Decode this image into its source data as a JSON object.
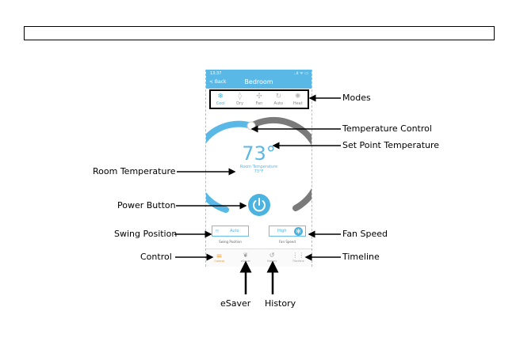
{
  "status": {
    "time": "13:37",
    "signal": "..ıl ᯤ ▭"
  },
  "nav": {
    "back": "< Back",
    "title": "Bedroom"
  },
  "modes": [
    {
      "label": "Cool",
      "icon": "snowflake-icon",
      "active": true
    },
    {
      "label": "Dry",
      "icon": "droplet-icon",
      "active": false
    },
    {
      "label": "Fan",
      "icon": "fan-icon",
      "active": false
    },
    {
      "label": "Auto",
      "icon": "auto-icon",
      "active": false
    },
    {
      "label": "Heat",
      "icon": "sun-icon",
      "active": false
    }
  ],
  "thermostat": {
    "set_point": "73°",
    "room_label": "Room Temperature",
    "room_value": "73°F",
    "arc_active_color": "#5ab8e6",
    "arc_inactive_color": "#7a7a7a"
  },
  "controls": {
    "swing_value": "Auto",
    "swing_label": "Swing Position",
    "fan_value": "High",
    "fan_label": "Fan Speed"
  },
  "tabs": [
    {
      "label": "Control",
      "icon": "sliders-icon",
      "active": true
    },
    {
      "label": "eSaver",
      "icon": "leaf-icon",
      "active": false
    },
    {
      "label": "History",
      "icon": "history-icon",
      "active": false
    },
    {
      "label": "Timeline",
      "icon": "timeline-icon",
      "active": false
    }
  ],
  "callouts": {
    "modes": "Modes",
    "temperature_control": "Temperature Control",
    "set_point_temperature": "Set Point Temperature",
    "room_temperature": "Room Temperature",
    "power_button": "Power Button",
    "swing_position": "Swing Position",
    "fan_speed": "Fan Speed",
    "control": "Control",
    "timeline": "Timeline",
    "esaver": "eSaver",
    "history": "History"
  }
}
